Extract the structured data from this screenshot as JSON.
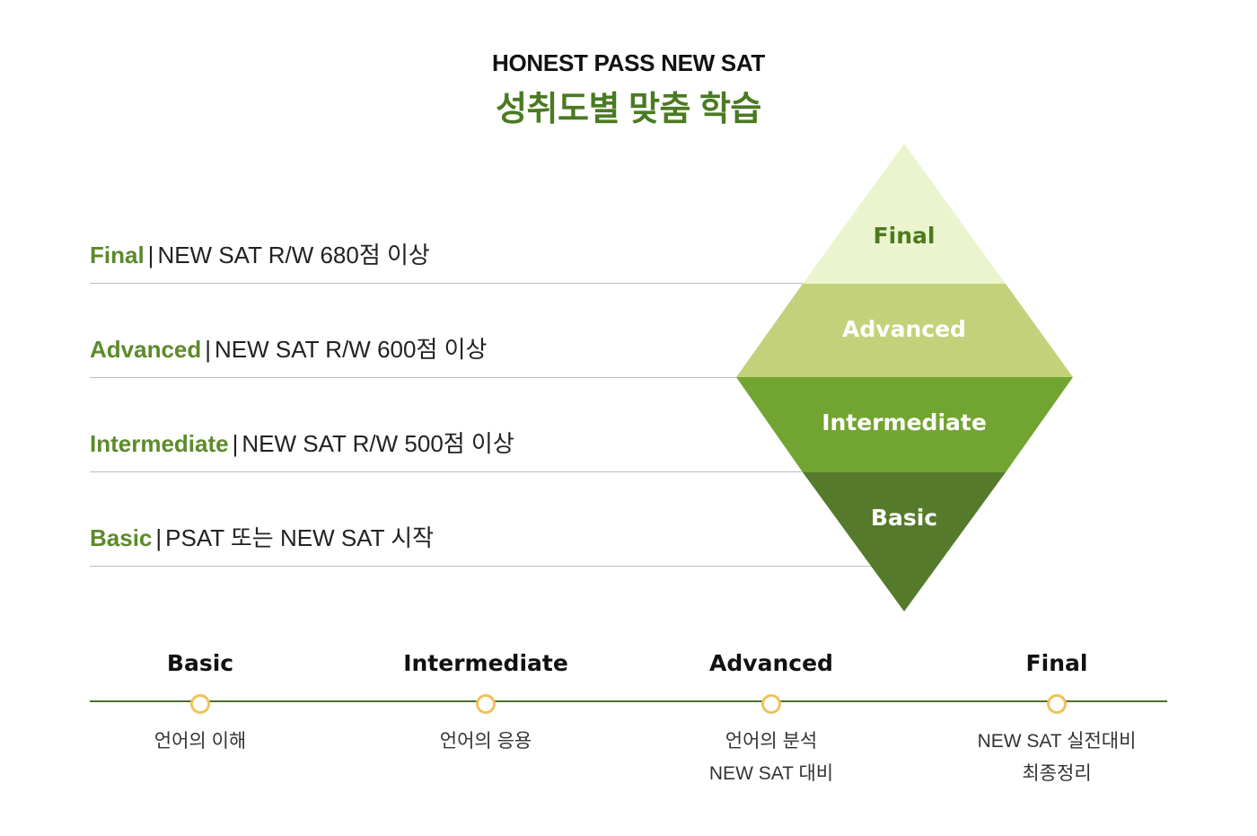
{
  "header": {
    "top": "HONEST PASS NEW SAT",
    "main": "성취도별 맞춤 학습"
  },
  "levels": [
    {
      "name": "Final",
      "sep": "|",
      "desc": "NEW SAT R/W 680점 이상"
    },
    {
      "name": "Advanced",
      "sep": "|",
      "desc": "NEW SAT R/W 600점 이상"
    },
    {
      "name": "Intermediate",
      "sep": "|",
      "desc": "NEW SAT R/W 500점 이상"
    },
    {
      "name": "Basic",
      "sep": "|",
      "desc": "PSAT 또는 NEW SAT 시작"
    }
  ],
  "pyramid": {
    "bands": [
      {
        "label": "Final",
        "fill": "#eaf5cf",
        "text_color": "#4e7a1e"
      },
      {
        "label": "Advanced",
        "fill": "#c3d17a",
        "text_color": "#ffffff"
      },
      {
        "label": "Intermediate",
        "fill": "#72a431",
        "text_color": "#ffffff"
      },
      {
        "label": "Basic",
        "fill": "#557a2c",
        "text_color": "#ffffff"
      }
    ]
  },
  "timeline": {
    "axis_color": "#4f6f2a",
    "dot_color": "#f0c25a",
    "stages": [
      {
        "title": "Basic",
        "lines": [
          "언어의 이해"
        ]
      },
      {
        "title": "Intermediate",
        "lines": [
          "언어의 응용"
        ]
      },
      {
        "title": "Advanced",
        "lines": [
          "언어의 분석",
          "NEW SAT 대비"
        ]
      },
      {
        "title": "Final",
        "lines": [
          "NEW SAT 실전대비",
          "최종정리"
        ]
      }
    ]
  }
}
